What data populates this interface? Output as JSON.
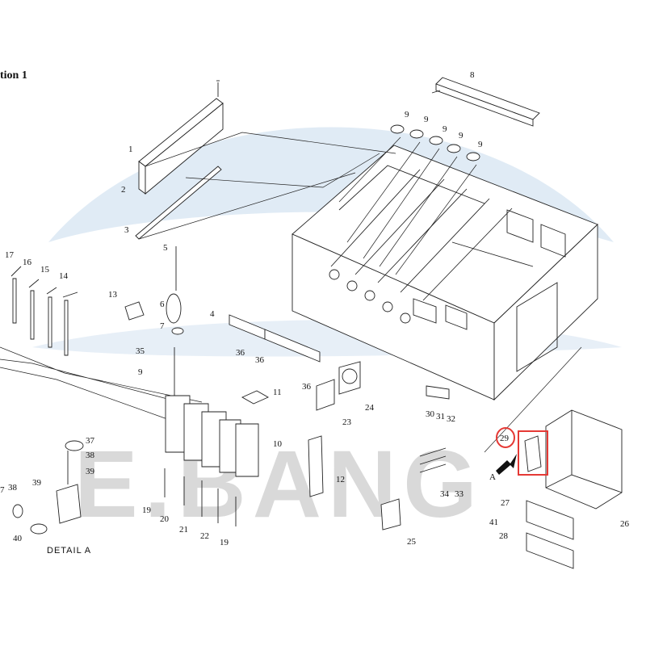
{
  "title": "tion 1",
  "detail_label": "DETAIL A",
  "watermark": "E.BANG",
  "view_marker": "A",
  "accent_color": "#e53935",
  "watermark_color": "#c9d9ea",
  "highlighted_part": "29",
  "callouts": [
    "1",
    "2",
    "3",
    "4",
    "5",
    "6",
    "7",
    "7",
    "8",
    "9",
    "9",
    "9",
    "9",
    "9",
    "9",
    "10",
    "11",
    "12",
    "13",
    "14",
    "15",
    "16",
    "17",
    "19",
    "19",
    "20",
    "21",
    "22",
    "23",
    "24",
    "25",
    "26",
    "27",
    "28",
    "29",
    "30",
    "31",
    "32",
    "33",
    "34",
    "35",
    "36",
    "36",
    "36",
    "37",
    "38",
    "38",
    "39",
    "39",
    "40",
    "41"
  ]
}
